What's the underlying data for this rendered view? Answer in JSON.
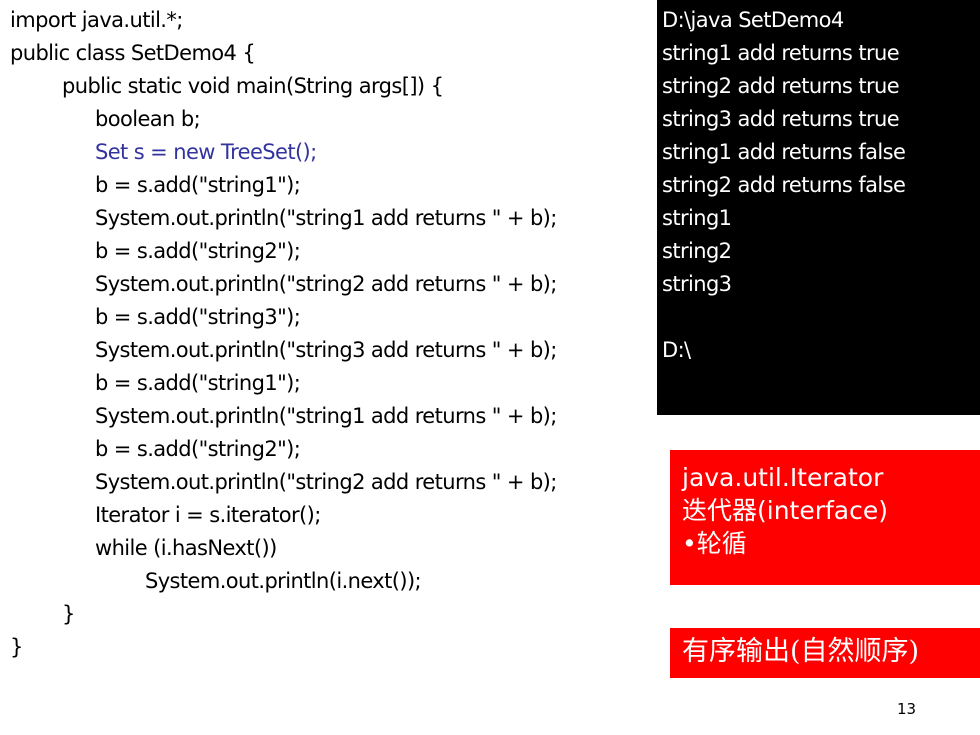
{
  "code_lines": [
    {
      "indent": 0,
      "text": "import java.util.*;",
      "highlight": false
    },
    {
      "indent": 0,
      "text": "public class SetDemo4 {",
      "highlight": false
    },
    {
      "indent": 1,
      "text": "public static void main(String args[]) {",
      "highlight": false
    },
    {
      "indent": 2,
      "text": "boolean b;",
      "highlight": false
    },
    {
      "indent": 2,
      "text": "Set s = new TreeSet();",
      "highlight": true
    },
    {
      "indent": 2,
      "text": "b = s.add(\"string1\");",
      "highlight": false
    },
    {
      "indent": 2,
      "text": "System.out.println(\"string1 add returns \" + b);",
      "highlight": false
    },
    {
      "indent": 2,
      "text": "b = s.add(\"string2\");",
      "highlight": false
    },
    {
      "indent": 2,
      "text": "System.out.println(\"string2 add returns \" + b);",
      "highlight": false
    },
    {
      "indent": 2,
      "text": "b = s.add(\"string3\");",
      "highlight": false
    },
    {
      "indent": 2,
      "text": "System.out.println(\"string3 add returns \" + b);",
      "highlight": false
    },
    {
      "indent": 2,
      "text": "b = s.add(\"string1\");",
      "highlight": false
    },
    {
      "indent": 2,
      "text": "System.out.println(\"string1 add returns \" + b);",
      "highlight": false
    },
    {
      "indent": 2,
      "text": "b = s.add(\"string2\");",
      "highlight": false
    },
    {
      "indent": 2,
      "text": "System.out.println(\"string2 add returns \" + b);",
      "highlight": false
    },
    {
      "indent": 2,
      "text": "Iterator i = s.iterator();",
      "highlight": false
    },
    {
      "indent": 2,
      "text": "while (i.hasNext())",
      "highlight": false
    },
    {
      "indent": 3,
      "text": "System.out.println(i.next());",
      "highlight": false
    },
    {
      "indent": 1,
      "text": "}",
      "highlight": false
    },
    {
      "indent": 0,
      "text": "}",
      "highlight": false
    }
  ],
  "console_lines": [
    "D:\\java SetDemo4",
    "string1 add returns true",
    "string2 add returns true",
    "string3 add returns true",
    "string1 add returns false",
    "string2 add returns false",
    "string1",
    "string2",
    "string3",
    "",
    "D:\\"
  ],
  "notes": {
    "iterator": {
      "line1": "java.util.Iterator",
      "line2": "迭代器(interface)",
      "line3": "•轮循"
    },
    "order": "有序输出(自然顺序)"
  },
  "page_number": "13",
  "colors": {
    "highlight_text": "#3333a0",
    "console_bg": "#000000",
    "note_bg": "#ff0000"
  }
}
